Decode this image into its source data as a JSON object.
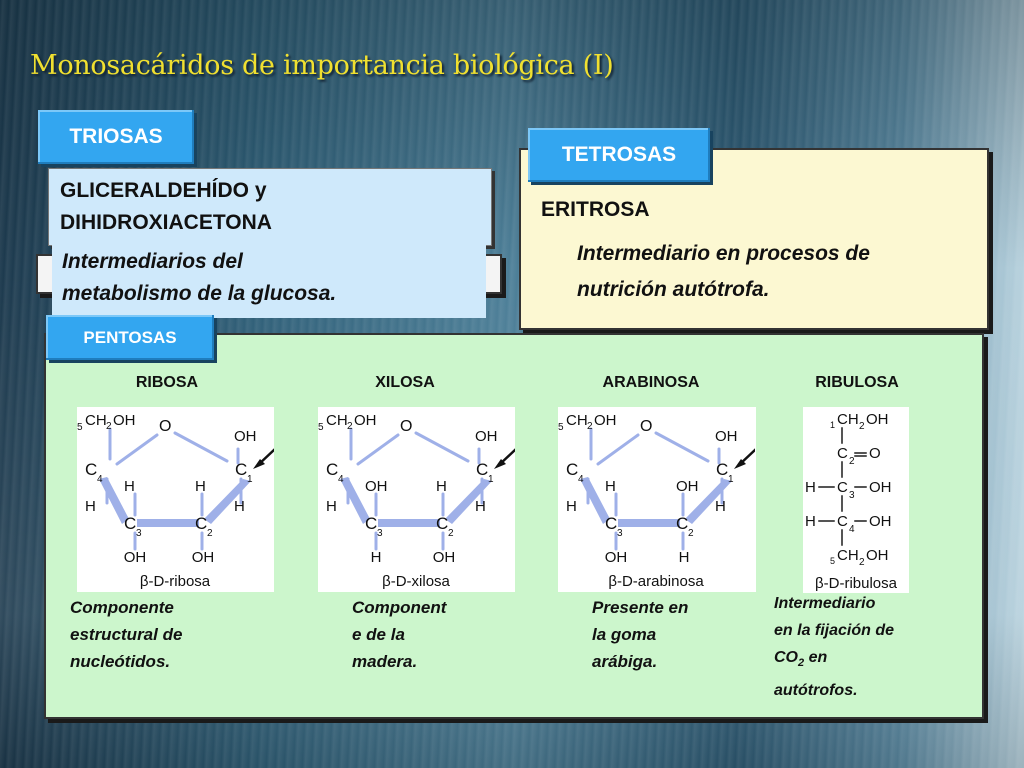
{
  "title": "Monosacáridos de importancia biológica (I)",
  "triosas": {
    "tag": "TRIOSAS",
    "heading_line1": "GLICERALDEHÍDO y",
    "heading_line2": "DIHIDROXIACETONA",
    "desc_line1": "Intermediarios del",
    "desc_line2": "metabolismo de la glucosa."
  },
  "tetrosas": {
    "tag": "TETROSAS",
    "heading": "ERITROSA",
    "desc_line1": "Intermediario en procesos de",
    "desc_line2": "nutrición autótrofa."
  },
  "pentosas": {
    "tag": "PENTOSAS",
    "molecules": [
      {
        "name": "RIBOSA",
        "caption": "β-D-ribosa",
        "labels": {
          "c5": "5",
          "ch2oh": "CH",
          "o_ring": "O",
          "oh_c1": "OH",
          "c4": "C",
          "c4n": "4",
          "c1": "C",
          "c1n": "1",
          "h_c4_in": "H",
          "h_c1_in": "H",
          "h_c4_out": "H",
          "h_c1_out": "H",
          "c3": "C",
          "c3n": "3",
          "c2": "C",
          "c2n": "2",
          "bot_c3": "OH",
          "bot_c2": "OH"
        },
        "desc_lines": [
          "Componente",
          "estructural de",
          "nucleótidos."
        ]
      },
      {
        "name": "XILOSA",
        "caption": "β-D-xilosa",
        "labels": {
          "c5": "5",
          "ch2oh": "CH",
          "o_ring": "O",
          "oh_c1": "OH",
          "c4": "C",
          "c4n": "4",
          "c1": "C",
          "c1n": "1",
          "h_c4_in": "OH",
          "h_c1_in": "H",
          "h_c4_out": "H",
          "h_c1_out": "H",
          "c3": "C",
          "c3n": "3",
          "c2": "C",
          "c2n": "2",
          "bot_c3": "H",
          "bot_c2": "OH"
        },
        "desc_lines": [
          "Component",
          "e de la",
          "madera."
        ]
      },
      {
        "name": "ARABINOSA",
        "caption": "β-D-arabinosa",
        "labels": {
          "c5": "5",
          "ch2oh": "CH",
          "o_ring": "O",
          "oh_c1": "OH",
          "c4": "C",
          "c4n": "4",
          "c1": "C",
          "c1n": "1",
          "h_c4_in": "H",
          "h_c1_in": "OH",
          "h_c4_out": "H",
          "h_c1_out": "H",
          "c3": "C",
          "c3n": "3",
          "c2": "C",
          "c2n": "2",
          "bot_c3": "OH",
          "bot_c2": "H"
        },
        "desc_lines": [
          "Presente en",
          "la goma",
          "arábiga."
        ]
      }
    ],
    "ribulosa": {
      "name": "RIBULOSA",
      "caption": "β-D-ribulosa",
      "rows": [
        {
          "left": "",
          "c": "CH",
          "cn": "1",
          "right": "",
          "pre": "1"
        },
        {
          "left": "",
          "c": "C",
          "cn": "2",
          "right": "O",
          "pre": ""
        },
        {
          "left": "H",
          "c": "C",
          "cn": "3",
          "right": "OH",
          "pre": ""
        },
        {
          "left": "H",
          "c": "C",
          "cn": "4",
          "right": "OH",
          "pre": ""
        },
        {
          "left": "",
          "c": "CH",
          "cn": "5",
          "right": "",
          "pre": "5"
        }
      ],
      "sub2": "2",
      "oh": "OH",
      "desc_lines": [
        "Intermediario",
        "en la fijación de",
        "CO",
        "2",
        " en",
        "autótrofos."
      ]
    }
  },
  "colors": {
    "title": "#f0e030",
    "tag_blue": "#33a6f0",
    "triosas_card": "#cfe9fb",
    "tetrosas_panel": "#fcf8d2",
    "pentosas_panel": "#ccf6cc",
    "bond_blue": "#9fb0e8"
  }
}
